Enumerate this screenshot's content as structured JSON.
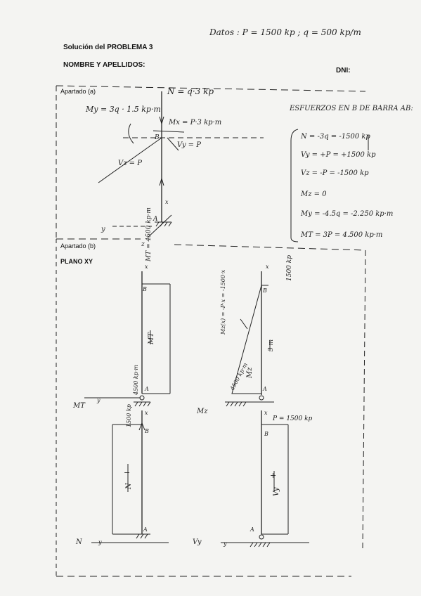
{
  "header": {
    "datos": "Datos : P = 1500 kp ; q = 500 kp/m",
    "title": "Solución del PROBLEMA 3",
    "name_label": "NOMBRE Y APELLIDOS:",
    "dni_label": "DNI:"
  },
  "part_a": {
    "label": "Apartado (a)",
    "N": "N = q·3 kp",
    "My": "My = 3q · 1.5 kp·m",
    "Mx": "Mx = P·3 kp·m",
    "Vy": "Vy = P",
    "Vz": "Vz = P",
    "point_A": "A",
    "point_B": "B",
    "axis_y": "y",
    "axis_x": "x",
    "axis_z": "z"
  },
  "esfuerzos": {
    "heading": "ESFUERZOS EN B DE BARRA AB:",
    "items": [
      "N = -3q = -1500 kp",
      "Vy = +P = +1500 kp",
      "Vz = -P = -1500 kp",
      "Mz = 0",
      "My = -4.5q = -2.250 kp·m",
      "MT = 3P = 4.500 kp·m"
    ]
  },
  "part_b": {
    "label": "Apartado (b)",
    "plano": "PLANO XY",
    "mt_value": "MT = 4500 kp·m",
    "mt_diagram": "MT",
    "mt_end": "4500 kp·m",
    "mz_formula": "Mz(x) = -P·x = -1500·x",
    "mz_value": "4500 kp·m",
    "mz_diagram": "Mz",
    "vy_top": "P = 1500 kp",
    "vy_diagram": "Vy",
    "n_top": "1500 kp",
    "n_diagram": "N",
    "dim_3m": "3 m",
    "lbl_x": "x",
    "lbl_y": "y",
    "lbl_z": "z",
    "lbl_A": "A",
    "lbl_B": "B",
    "lbl_MT": "MT",
    "lbl_Mz": "Mz",
    "lbl_N": "N",
    "lbl_Vy": "Vy",
    "plus": "+",
    "minus": "−"
  }
}
